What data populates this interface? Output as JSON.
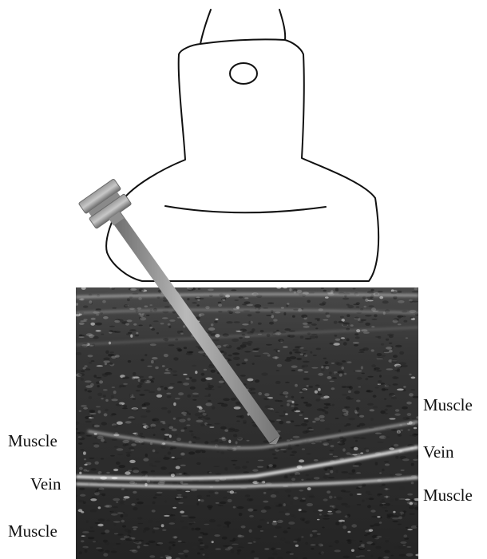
{
  "labels": {
    "left": {
      "muscle_top": "Muscle",
      "vein": "Vein",
      "muscle_bottom": "Muscle"
    },
    "right": {
      "muscle_top": "Muscle",
      "vein": "Vein",
      "muscle_bottom": "Muscle"
    }
  },
  "colors": {
    "outline": "#111111",
    "needle_light": "#c4c4c4",
    "needle_dark": "#7c7c7c",
    "ultrasound_base": "#2a2a2a",
    "speckle": "#dcdcdc"
  }
}
